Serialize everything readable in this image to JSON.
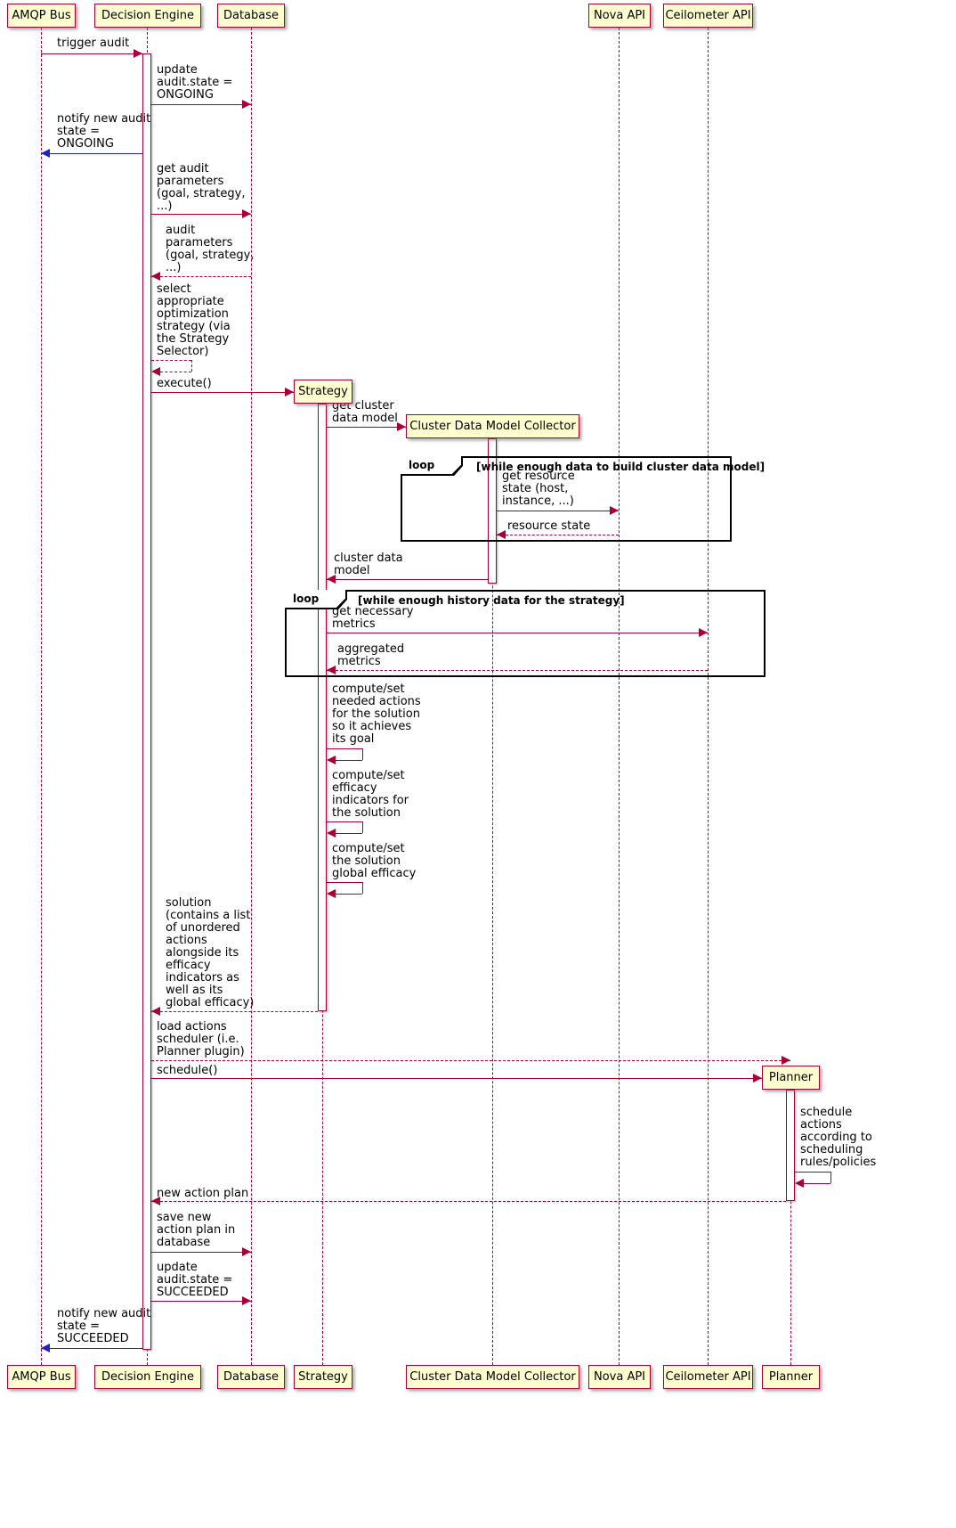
{
  "participants": [
    {
      "id": "amqp-bus",
      "name": "AMQP Bus"
    },
    {
      "id": "decision-engine",
      "name": "Decision Engine"
    },
    {
      "id": "database",
      "name": "Database"
    },
    {
      "id": "strategy",
      "name": "Strategy"
    },
    {
      "id": "cluster-data-model-collector",
      "name": "Cluster Data Model Collector"
    },
    {
      "id": "nova-api",
      "name": "Nova API"
    },
    {
      "id": "ceilometer-api",
      "name": "Ceilometer API"
    },
    {
      "id": "planner",
      "name": "Planner"
    }
  ],
  "frames": [
    {
      "label": "loop",
      "condition": "[while enough data to build cluster data model]"
    },
    {
      "label": "loop",
      "condition": "[while enough history data for the strategy]"
    }
  ],
  "colors": {
    "arrow": "#A80036",
    "notify_arrow": "#2020C8",
    "participant_bg": "#FEFECE",
    "participant_border": "#A80036",
    "frame_border": "#000000"
  },
  "messages": [
    {
      "text": "trigger audit",
      "from": "AMQP Bus",
      "to": "Decision Engine",
      "line": "solid"
    },
    {
      "text": "update\naudit.state =\nONGOING",
      "from": "Decision Engine",
      "to": "Database",
      "line": "solid"
    },
    {
      "text": "notify new audit\nstate =\nONGOING",
      "from": "Decision Engine",
      "to": "AMQP Bus",
      "line": "solid"
    },
    {
      "text": "get audit\nparameters\n(goal, strategy,\n...)",
      "from": "Decision Engine",
      "to": "Database",
      "line": "solid"
    },
    {
      "text": "audit\nparameters\n(goal, strategy,\n...)",
      "from": "Database",
      "to": "Decision Engine",
      "line": "dashed"
    },
    {
      "text": "select\nappropriate\noptimization\nstrategy (via\nthe Strategy\nSelector)",
      "from": "Decision Engine",
      "to": "Decision Engine",
      "line": "dashed"
    },
    {
      "text": "execute()",
      "from": "Decision Engine",
      "to": "Strategy",
      "line": "solid"
    },
    {
      "text": "get cluster\ndata model",
      "from": "Strategy",
      "to": "Cluster Data Model Collector",
      "line": "solid"
    },
    {
      "text": "get resource\nstate (host,\ninstance, ...)",
      "from": "Cluster Data Model Collector",
      "to": "Nova API",
      "line": "solid"
    },
    {
      "text": "resource state",
      "from": "Nova API",
      "to": "Cluster Data Model Collector",
      "line": "dashed"
    },
    {
      "text": "cluster data\nmodel",
      "from": "Cluster Data Model Collector",
      "to": "Strategy",
      "line": "solid"
    },
    {
      "text": "get necessary\nmetrics",
      "from": "Strategy",
      "to": "Ceilometer API",
      "line": "solid"
    },
    {
      "text": "aggregated\nmetrics",
      "from": "Ceilometer API",
      "to": "Strategy",
      "line": "dashed"
    },
    {
      "text": "compute/set\nneeded actions\nfor the solution\nso it achieves\nits goal",
      "from": "Strategy",
      "to": "Strategy",
      "line": "solid"
    },
    {
      "text": "compute/set\nefficacy\nindicators for\nthe solution",
      "from": "Strategy",
      "to": "Strategy",
      "line": "solid"
    },
    {
      "text": "compute/set\nthe solution\nglobal efficacy",
      "from": "Strategy",
      "to": "Strategy",
      "line": "solid"
    },
    {
      "text": "solution\n(contains a list\nof unordered\nactions\nalongside its\nefficacy\nindicators as\nwell as its\nglobal efficacy)",
      "from": "Strategy",
      "to": "Decision Engine",
      "line": "dashed"
    },
    {
      "text": "load actions\nscheduler (i.e.\nPlanner plugin)",
      "from": "Decision Engine",
      "to": "Planner",
      "line": "dashed"
    },
    {
      "text": "schedule()",
      "from": "Decision Engine",
      "to": "Planner",
      "line": "solid"
    },
    {
      "text": "schedule\nactions\naccording to\nscheduling\nrules/policies",
      "from": "Planner",
      "to": "Planner",
      "line": "solid"
    },
    {
      "text": "new action plan",
      "from": "Planner",
      "to": "Decision Engine",
      "line": "dashed"
    },
    {
      "text": "save new\naction plan in\ndatabase",
      "from": "Decision Engine",
      "to": "Database",
      "line": "solid"
    },
    {
      "text": "update\naudit.state =\nSUCCEEDED",
      "from": "Decision Engine",
      "to": "Database",
      "line": "solid"
    },
    {
      "text": "notify new audit\nstate =\nSUCCEEDED",
      "from": "Decision Engine",
      "to": "AMQP Bus",
      "line": "solid"
    }
  ]
}
